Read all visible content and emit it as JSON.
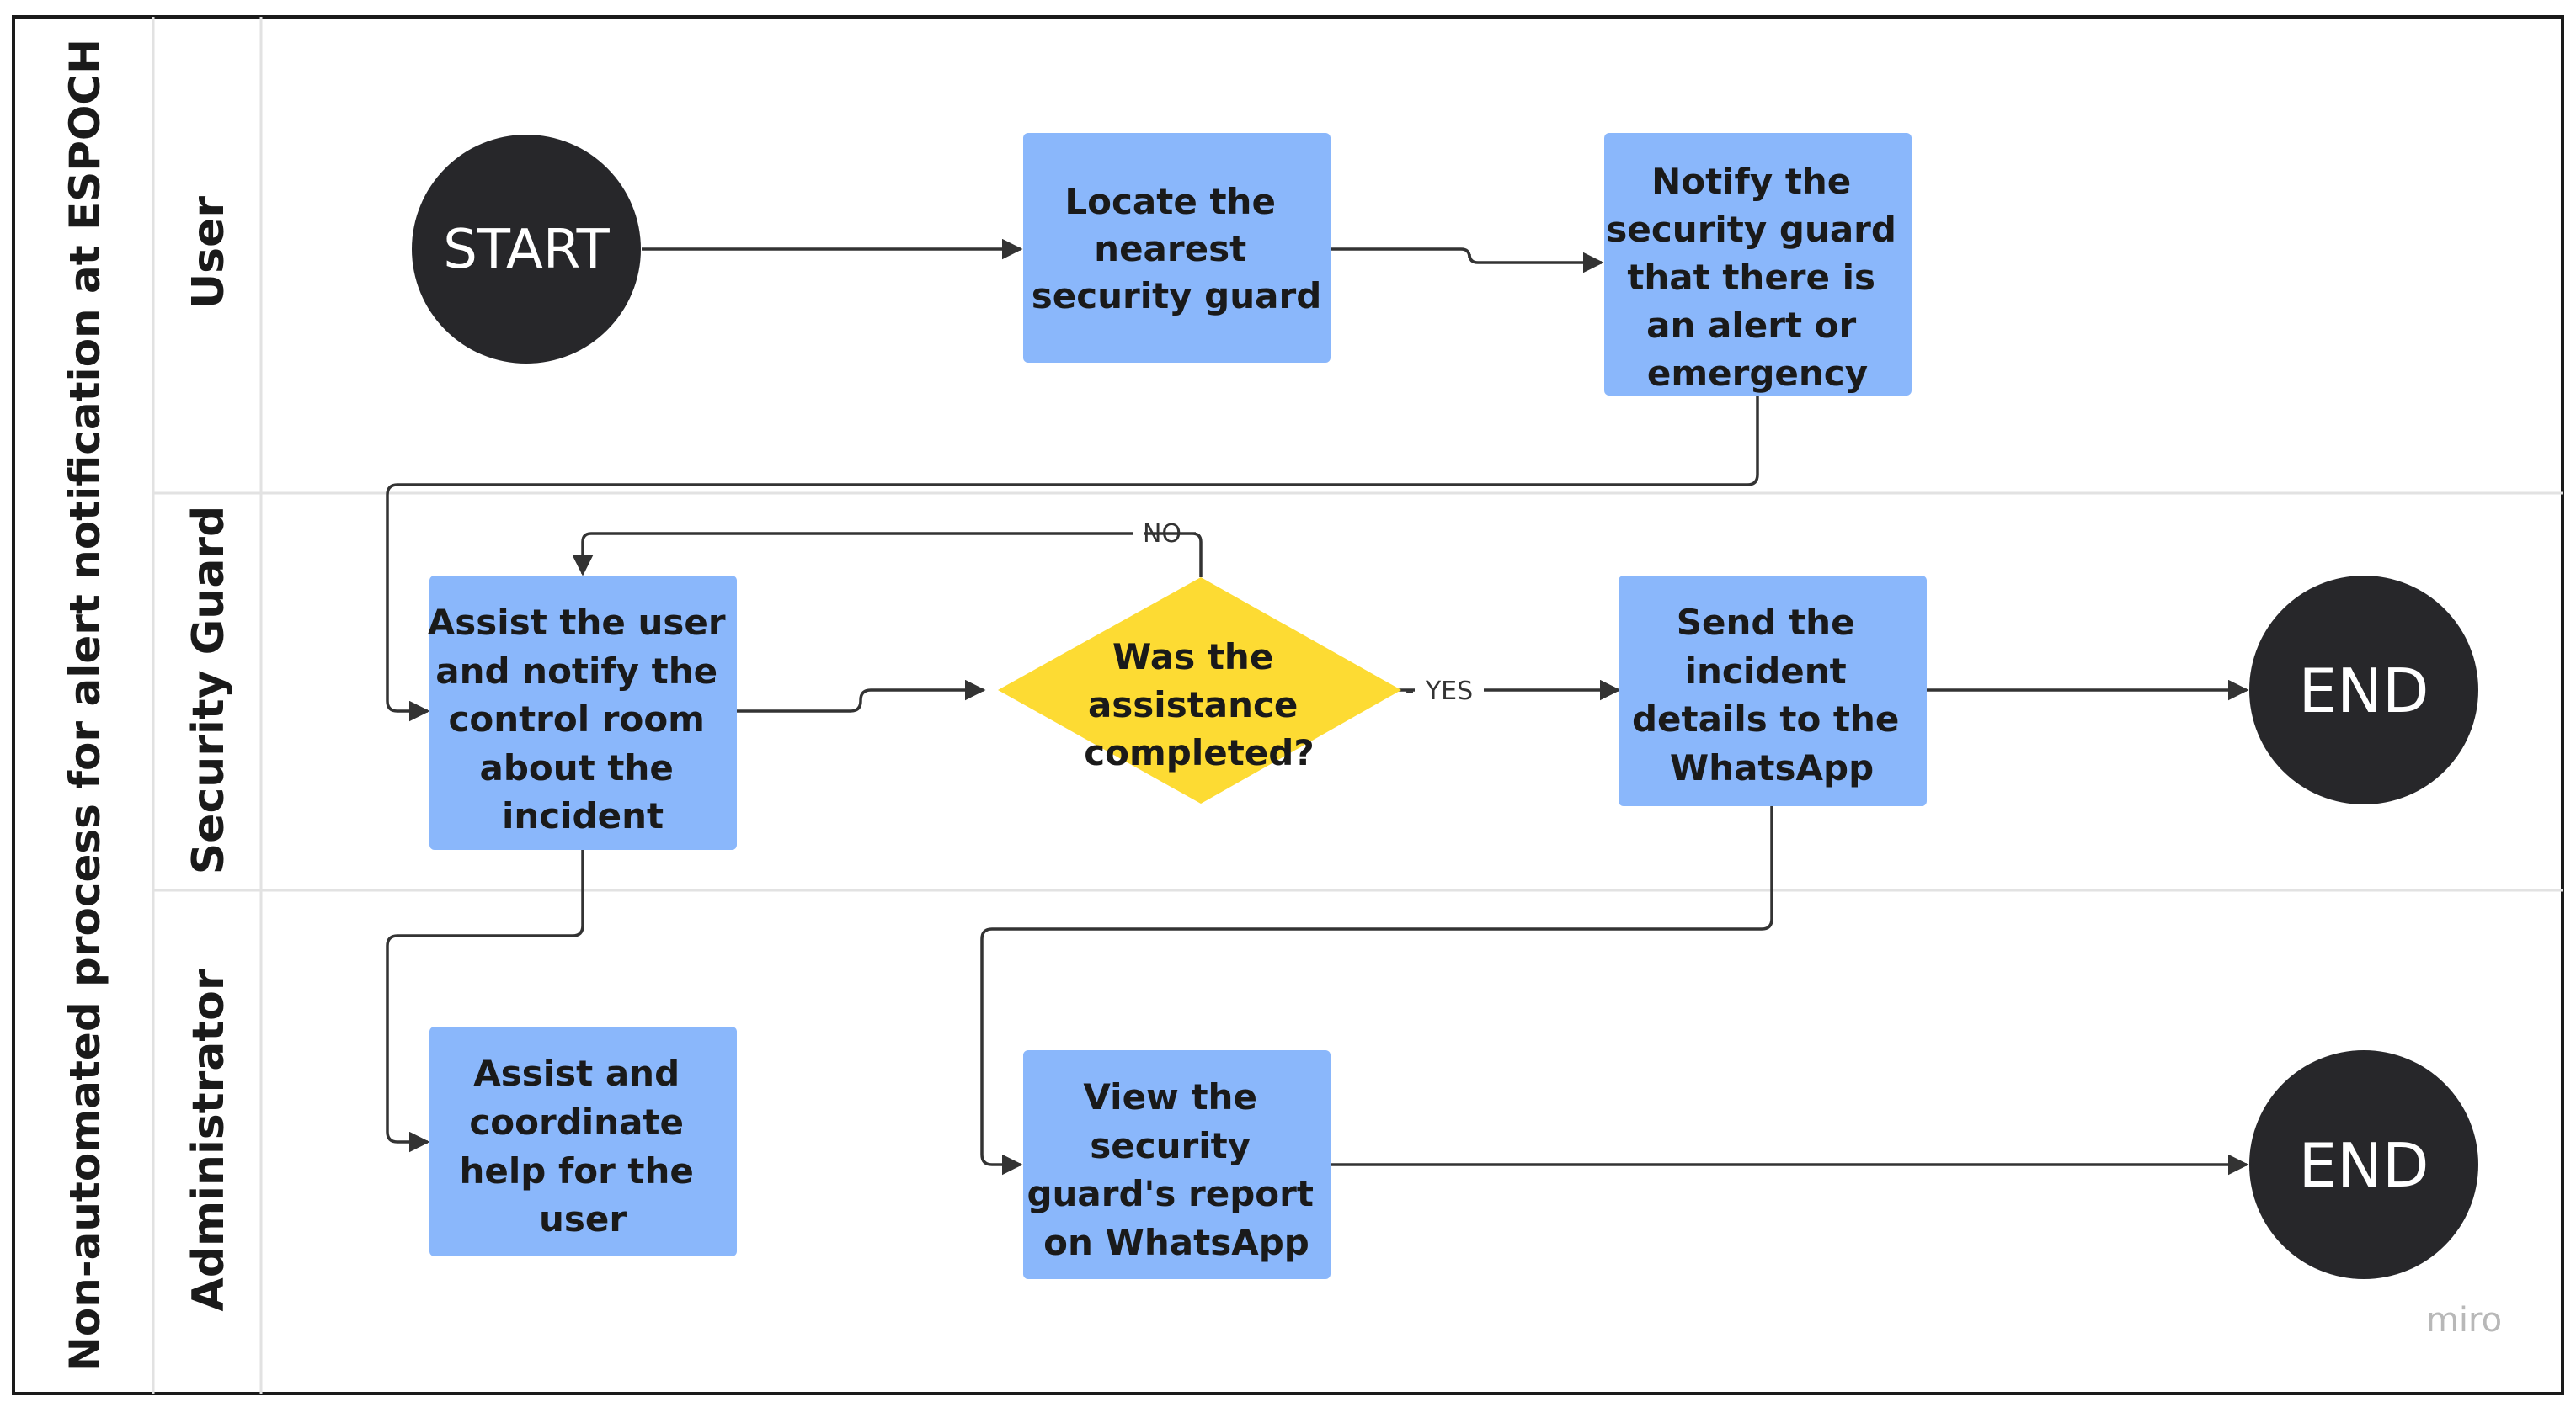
{
  "diagram": {
    "title": "Non-automated process for alert notification at ESPOCH",
    "watermark": "miro",
    "lanes": {
      "user": "User",
      "security_guard": "Security Guard",
      "administrator": "Administrator"
    },
    "nodes": {
      "start": "START",
      "locate": [
        "Locate the",
        "nearest",
        "security guard"
      ],
      "notify": [
        "Notify the",
        "security guard",
        "that there is",
        "an alert or",
        "emergency"
      ],
      "assist_notify": [
        "Assist the user",
        "and notify the",
        "control room",
        "about the",
        "incident"
      ],
      "decision": [
        "Was the",
        "assistance",
        "completed?"
      ],
      "send_details": [
        "Send the",
        "incident",
        "details to the",
        "WhatsApp"
      ],
      "end_guard": "END",
      "assist_coordinate": [
        "Assist and",
        "coordinate",
        "help for the",
        "user"
      ],
      "view_report": [
        "View the",
        "security",
        "guard's report",
        "on WhatsApp"
      ],
      "end_admin": "END"
    },
    "edge_labels": {
      "no": "NO",
      "yes": "YES"
    }
  },
  "colors": {
    "process_box": "#8ab7fb",
    "decision": "#fddb33",
    "terminal": "#27272a",
    "line": "#333333",
    "lane_border": "#e0e0e0",
    "frame_border": "#1a1a1a"
  }
}
